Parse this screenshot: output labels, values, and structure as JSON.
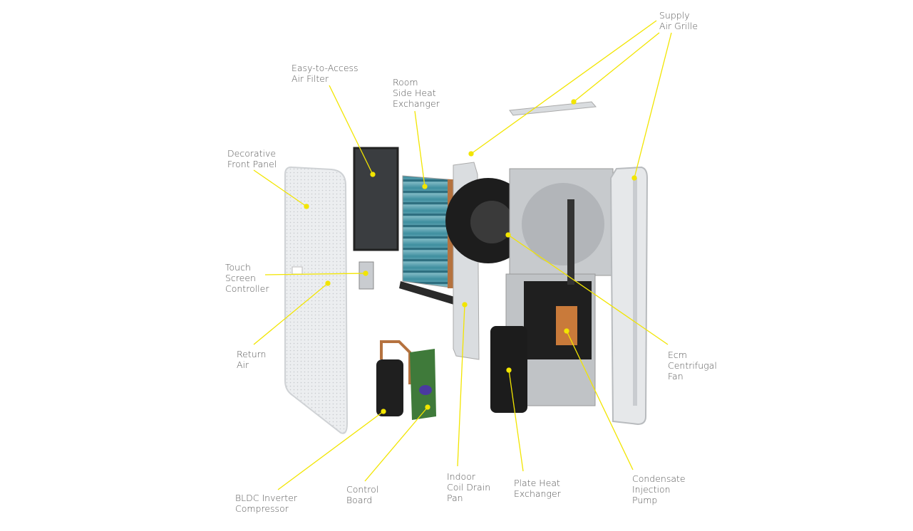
{
  "colors": {
    "leader": "#f2e500",
    "text": "#555555"
  },
  "labels": {
    "supply_air_grille": "Supply\nAir Grille",
    "air_filter": "Easy-to-Access\nAir Filter",
    "room_heat_exchanger": "Room\nSide Heat\nExchanger",
    "front_panel": "Decorative\nFront Panel",
    "touch_screen": "Touch\nScreen\nController",
    "return_air": "Return\nAir",
    "ecm_fan": "Ecm\nCentrifugal\nFan",
    "compressor": "BLDC Inverter\nCompressor",
    "control_board": "Control\nBoard",
    "drain_pan": "Indoor\nCoil Drain\nPan",
    "plate_heat_exchanger": "Plate Heat\nExchanger",
    "condensate_pump": "Condensate\nInjection\nPump"
  }
}
